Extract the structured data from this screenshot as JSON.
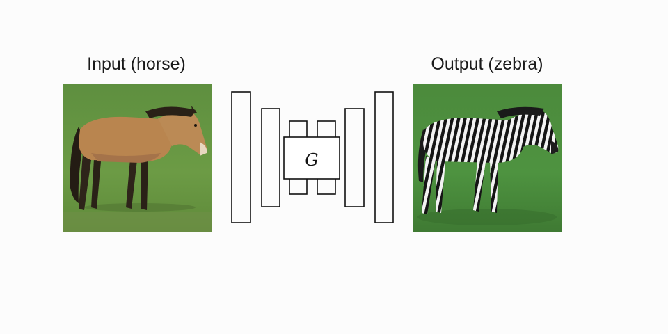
{
  "input": {
    "caption": "Input (horse)"
  },
  "output": {
    "caption": "Output (zebra)"
  },
  "generator": {
    "label": "G"
  },
  "colors": {
    "background": "#fcfcfc",
    "box_stroke": "#111111",
    "grass": "#4f8a3a",
    "horse_coat": "#b9854f",
    "horse_dark": "#2a2117",
    "zebra_white": "#f2f2f2",
    "zebra_black": "#151515"
  }
}
